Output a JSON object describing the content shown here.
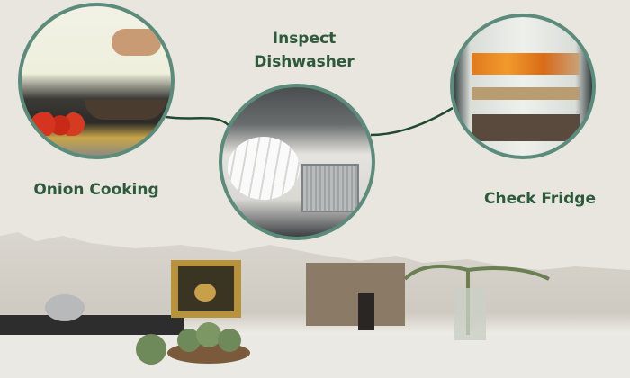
{
  "steps": [
    {
      "label": "Onion Cooking",
      "image": "cooking-pan-photo"
    },
    {
      "label": "Inspect Dishwasher",
      "image": "dishwasher-photo"
    },
    {
      "label": "Check Fridge",
      "image": "open-fridge-photo"
    }
  ],
  "colors": {
    "background": "#e9e6df",
    "text": "#2e5a3c",
    "ring": "#5b8c7b",
    "connector": "#1f4a30"
  }
}
